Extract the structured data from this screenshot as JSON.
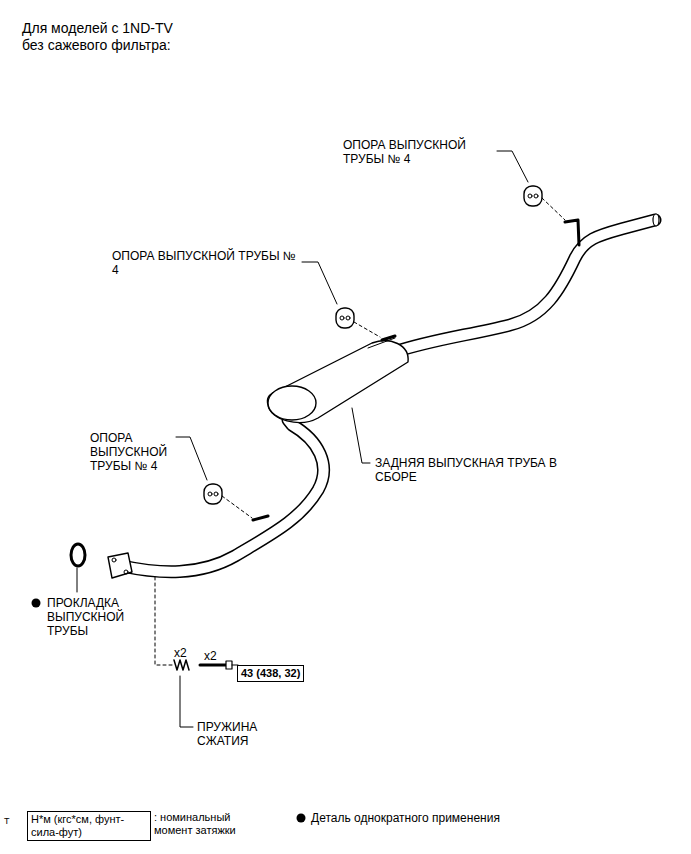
{
  "diagram": {
    "title": "Для моделей с 1ND-TV без сажевого фильтра:",
    "nodes": [
      {
        "text": [
          "43 (438, 32)"
        ]
      },
      {
        "text": [
          "Н*м (кгс*см, фунт-сила-фут)"
        ]
      }
    ],
    "labels": [
      "ОПОРА ВЫПУСКНОЙ ТРУБЫ № 4",
      "ОПОРА ВЫПУСКНОЙ ТРУБЫ № 4",
      "ЗАДНЯЯ ВЫПУСКНАЯ ТРУБА В СБОРЕ",
      "ОПОРА ВЫПУСКНОЙ ТРУБЫ № 4",
      "ПРОКЛАДКА ВЫПУСКНОЙ ТРУБЫ",
      "x2",
      "x2",
      "ПРУЖИНА СЖАТИЯ",
      "T"
    ],
    "legend": [
      {
        "text": ": номинальный момент затяжки"
      },
      {
        "text": "Деталь однократного применения"
      }
    ]
  }
}
